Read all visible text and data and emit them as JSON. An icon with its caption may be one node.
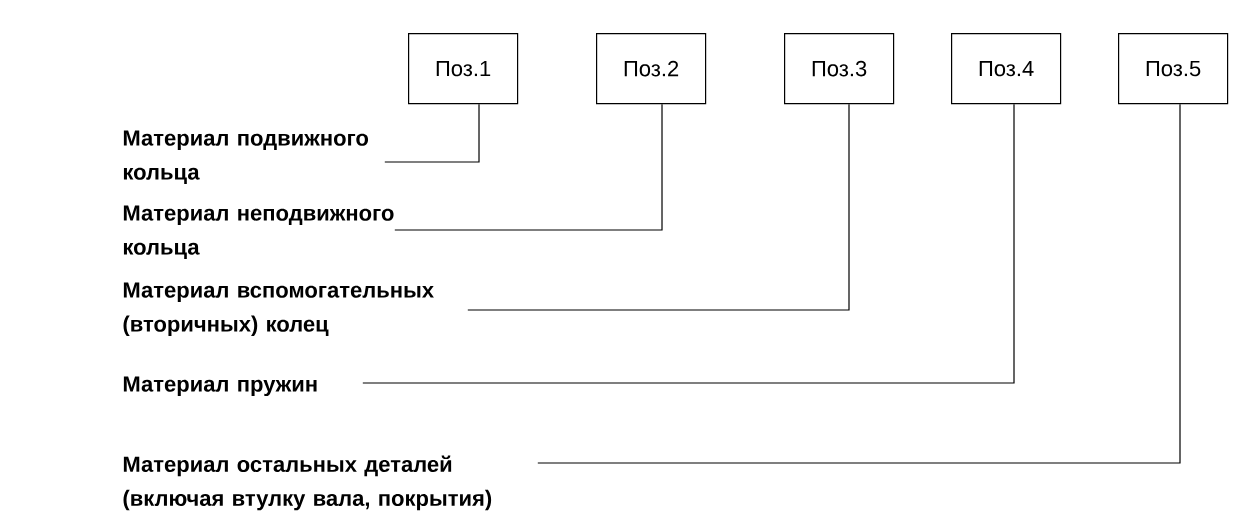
{
  "diagram": {
    "nodes": [
      {
        "text": [
          "Поз.1"
        ]
      },
      {
        "text": [
          "Поз.2"
        ]
      },
      {
        "text": [
          "Поз.3"
        ]
      },
      {
        "text": [
          "Поз.4"
        ]
      },
      {
        "text": [
          "Поз.5"
        ]
      },
      {
        "text": [
          "Материал подвижного кольца"
        ]
      },
      {
        "text": [
          "Материал неподвижного кольца"
        ]
      },
      {
        "text": [
          "Материал вспомогательных (вторичных) колец"
        ]
      },
      {
        "text": [
          "Материал пружин"
        ]
      },
      {
        "text": [
          "Материал остальных деталей (включая втулку вала, покрытия)"
        ]
      }
    ],
    "edges": [
      {
        "from": 5,
        "to": 0,
        "arrow": "none"
      },
      {
        "from": 6,
        "to": 1,
        "arrow": "none"
      },
      {
        "from": 7,
        "to": 2,
        "arrow": "none"
      },
      {
        "from": 8,
        "to": 3,
        "arrow": "none"
      },
      {
        "from": 9,
        "to": 4,
        "arrow": "none"
      }
    ]
  }
}
